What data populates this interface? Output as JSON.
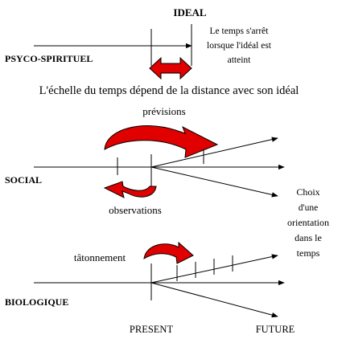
{
  "levels": {
    "ideal": "IDEAL",
    "psycho_spirituel": "PSYCO-SPIRITUEL",
    "social": "SOCIAL",
    "biologique": "BIOLOGIQUE"
  },
  "ideal_note": [
    "Le temps s'arrêt",
    "lorsque l'idéal est",
    "atteint"
  ],
  "caption": "L'échelle du temps dépend de la distance avec son idéal",
  "social_cycle": {
    "top_label": "prévisions",
    "bottom_label": "observations"
  },
  "biological_cycle": {
    "label": "tâtonnement"
  },
  "choice_note": [
    "Choix",
    "d'une",
    "orientation",
    "dans le",
    "temps"
  ],
  "time_axis": {
    "present": "PRESENT",
    "future": "FUTURE"
  },
  "colors": {
    "arrow_fill": "#e00000",
    "arrow_stroke": "#000000",
    "line": "#000000"
  }
}
